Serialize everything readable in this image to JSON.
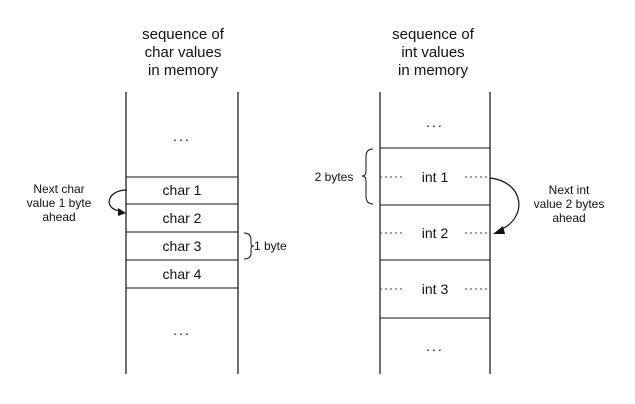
{
  "left": {
    "title": "sequence of\nchar values\nin memory",
    "top_ellipsis": "...",
    "cells": [
      "char 1",
      "char 2",
      "char 3",
      "char 4"
    ],
    "bottom_ellipsis": "...",
    "byte_label": "1 byte",
    "arrow_label": "Next char\nvalue 1 byte\nahead"
  },
  "right": {
    "title": "sequence of\nint values\nin memory",
    "top_ellipsis": "...",
    "cells": [
      "int 1",
      "int 2",
      "int 3"
    ],
    "bottom_ellipsis": "...",
    "byte_label": "2 bytes",
    "arrow_label": "Next int\nvalue 2 bytes\nahead"
  }
}
